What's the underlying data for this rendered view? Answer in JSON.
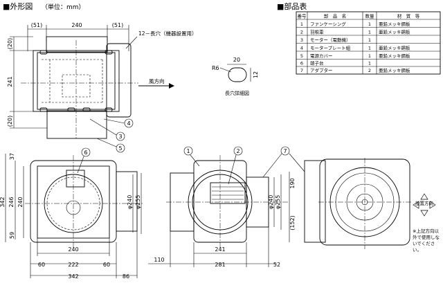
{
  "header": {
    "title": "■外形図",
    "unit": "（単位：mm）"
  },
  "parts_table": {
    "title": "■部品表",
    "columns": [
      "番号",
      "部　品　名",
      "数量",
      "材　質　等"
    ],
    "rows": [
      {
        "no": "1",
        "name": "ファンケーシング",
        "qty": "1",
        "material": "亜鉛メッキ鋼板"
      },
      {
        "no": "2",
        "name": "羽根車",
        "qty": "1",
        "material": "亜鉛メッキ鋼板"
      },
      {
        "no": "3",
        "name": "モーター（電動機）",
        "qty": "1",
        "material": ""
      },
      {
        "no": "4",
        "name": "モータープレート組",
        "qty": "1",
        "material": "亜鉛メッキ鋼板"
      },
      {
        "no": "5",
        "name": "電源カバー",
        "qty": "1",
        "material": "亜鉛メッキ鋼板"
      },
      {
        "no": "6",
        "name": "端子台",
        "qty": "1",
        "material": ""
      },
      {
        "no": "7",
        "name": "アダプター",
        "qty": "2",
        "material": "亜鉛メッキ鋼板"
      }
    ]
  },
  "top_view": {
    "dim_left_side": "(51)",
    "dim_width": "240",
    "dim_right_side": "(51)",
    "hole_note": "12－長穴（機器設置用）",
    "dim_top_margin": "(20)",
    "dim_height": "241",
    "dim_bottom_margin": "(20)",
    "airflow_label": "風方向",
    "callouts": [
      "4",
      "3",
      "5"
    ]
  },
  "slot_detail": {
    "radius": "R6",
    "length": "20",
    "height": "12",
    "caption": "長穴詳細図"
  },
  "front_view": {
    "callout": "6",
    "dim_top_small": "37",
    "dim_height_total": "342",
    "dim_height_inner": "246",
    "dim_inner_alt": "240",
    "dim_bottom_small": "59",
    "dim_dia_inner": "φ240",
    "dim_dia_outer": "φ255",
    "dim_width_inner": "240",
    "dim_side_left": "60",
    "dim_mid": "222",
    "dim_side_right": "60",
    "dim_width_total": "342",
    "dim_extra_right": "86"
  },
  "side_view": {
    "callouts": [
      "1",
      "2",
      "7"
    ],
    "dim_dia_inner": "φ240",
    "dim_dia_outer": "φ255",
    "dim_height": "190",
    "dim_lower": "(152)",
    "dim_241": "241",
    "dim_left": "110",
    "dim_281": "281",
    "dim_right": "52"
  },
  "rear_view": {
    "install_direction": "設置方向",
    "note": "※上記方向以外で使用しないでください。"
  }
}
